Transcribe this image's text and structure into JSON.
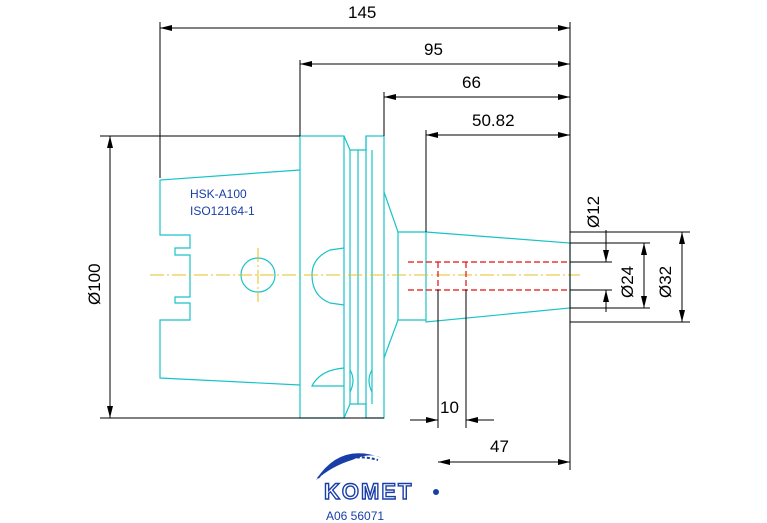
{
  "dimensions": {
    "overall_length": "145",
    "length_95": "95",
    "length_66": "66",
    "length_50_82": "50.82",
    "flange_diameter": "Ø100",
    "bore_diameter": "Ø12",
    "diameter_24": "Ø24",
    "nose_diameter": "Ø32",
    "length_10": "10",
    "length_47": "47"
  },
  "notes": {
    "line1": "HSK-A100",
    "line2": "ISO12164-1"
  },
  "brand": {
    "name": "KOMET",
    "part_number": "A06 56071"
  },
  "colors": {
    "part_outline": "#19c3c8",
    "dimension_lines": "#000000",
    "centerline": "#e0c020",
    "hidden_lines": "#e01010",
    "brand_blue": "#1a3ea8"
  }
}
